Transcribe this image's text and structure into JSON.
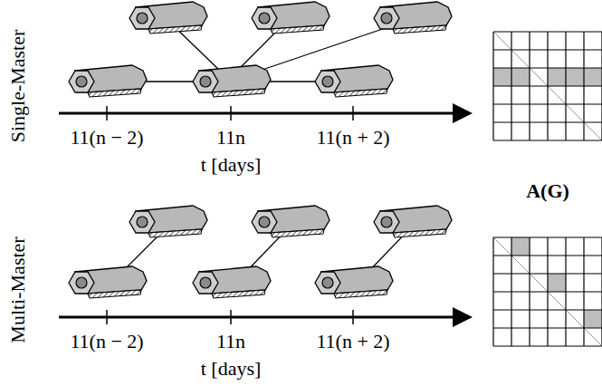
{
  "diagram": {
    "labels": [
      "Single-Master",
      "11(n − 2)",
      "11n",
      "11(n + 2)",
      "t [days]",
      "A(G)",
      "Multi-Master",
      "11(n − 2)",
      "11n",
      "11(n + 2)",
      "t [days]"
    ]
  }
}
